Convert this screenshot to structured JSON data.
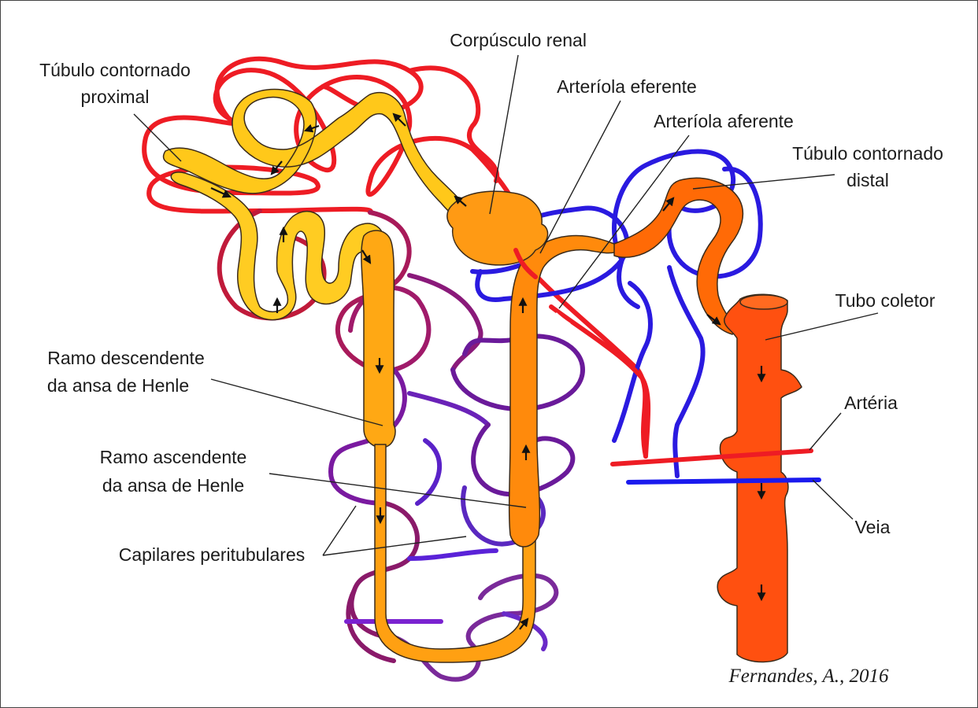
{
  "labels": {
    "tcp_line1": "Túbulo contornado",
    "tcp_line2": "proximal",
    "corpusculo": "Corpúsculo renal",
    "eferente": "Arteríola eferente",
    "aferente": "Arteríola aferente",
    "tcd_line1": "Túbulo contornado",
    "tcd_line2": "distal",
    "tubo_coletor": "Tubo coletor",
    "descendente_line1": "Ramo descendente",
    "descendente_line2": "da ansa de Henle",
    "ascendente_line1": "Ramo ascendente",
    "ascendente_line2": "da ansa de Henle",
    "capilares": "Capilares peritubulares",
    "arteria": "Artéria",
    "veia": "Veia"
  },
  "credit": "Fernandes, A., 2016",
  "colors": {
    "arterial": "#ee1c24",
    "venous": "#1a1aee",
    "capillary_mid": "#8a1a8a",
    "tubule_start": "#ffd11a",
    "tubule_end": "#ff5a00"
  }
}
